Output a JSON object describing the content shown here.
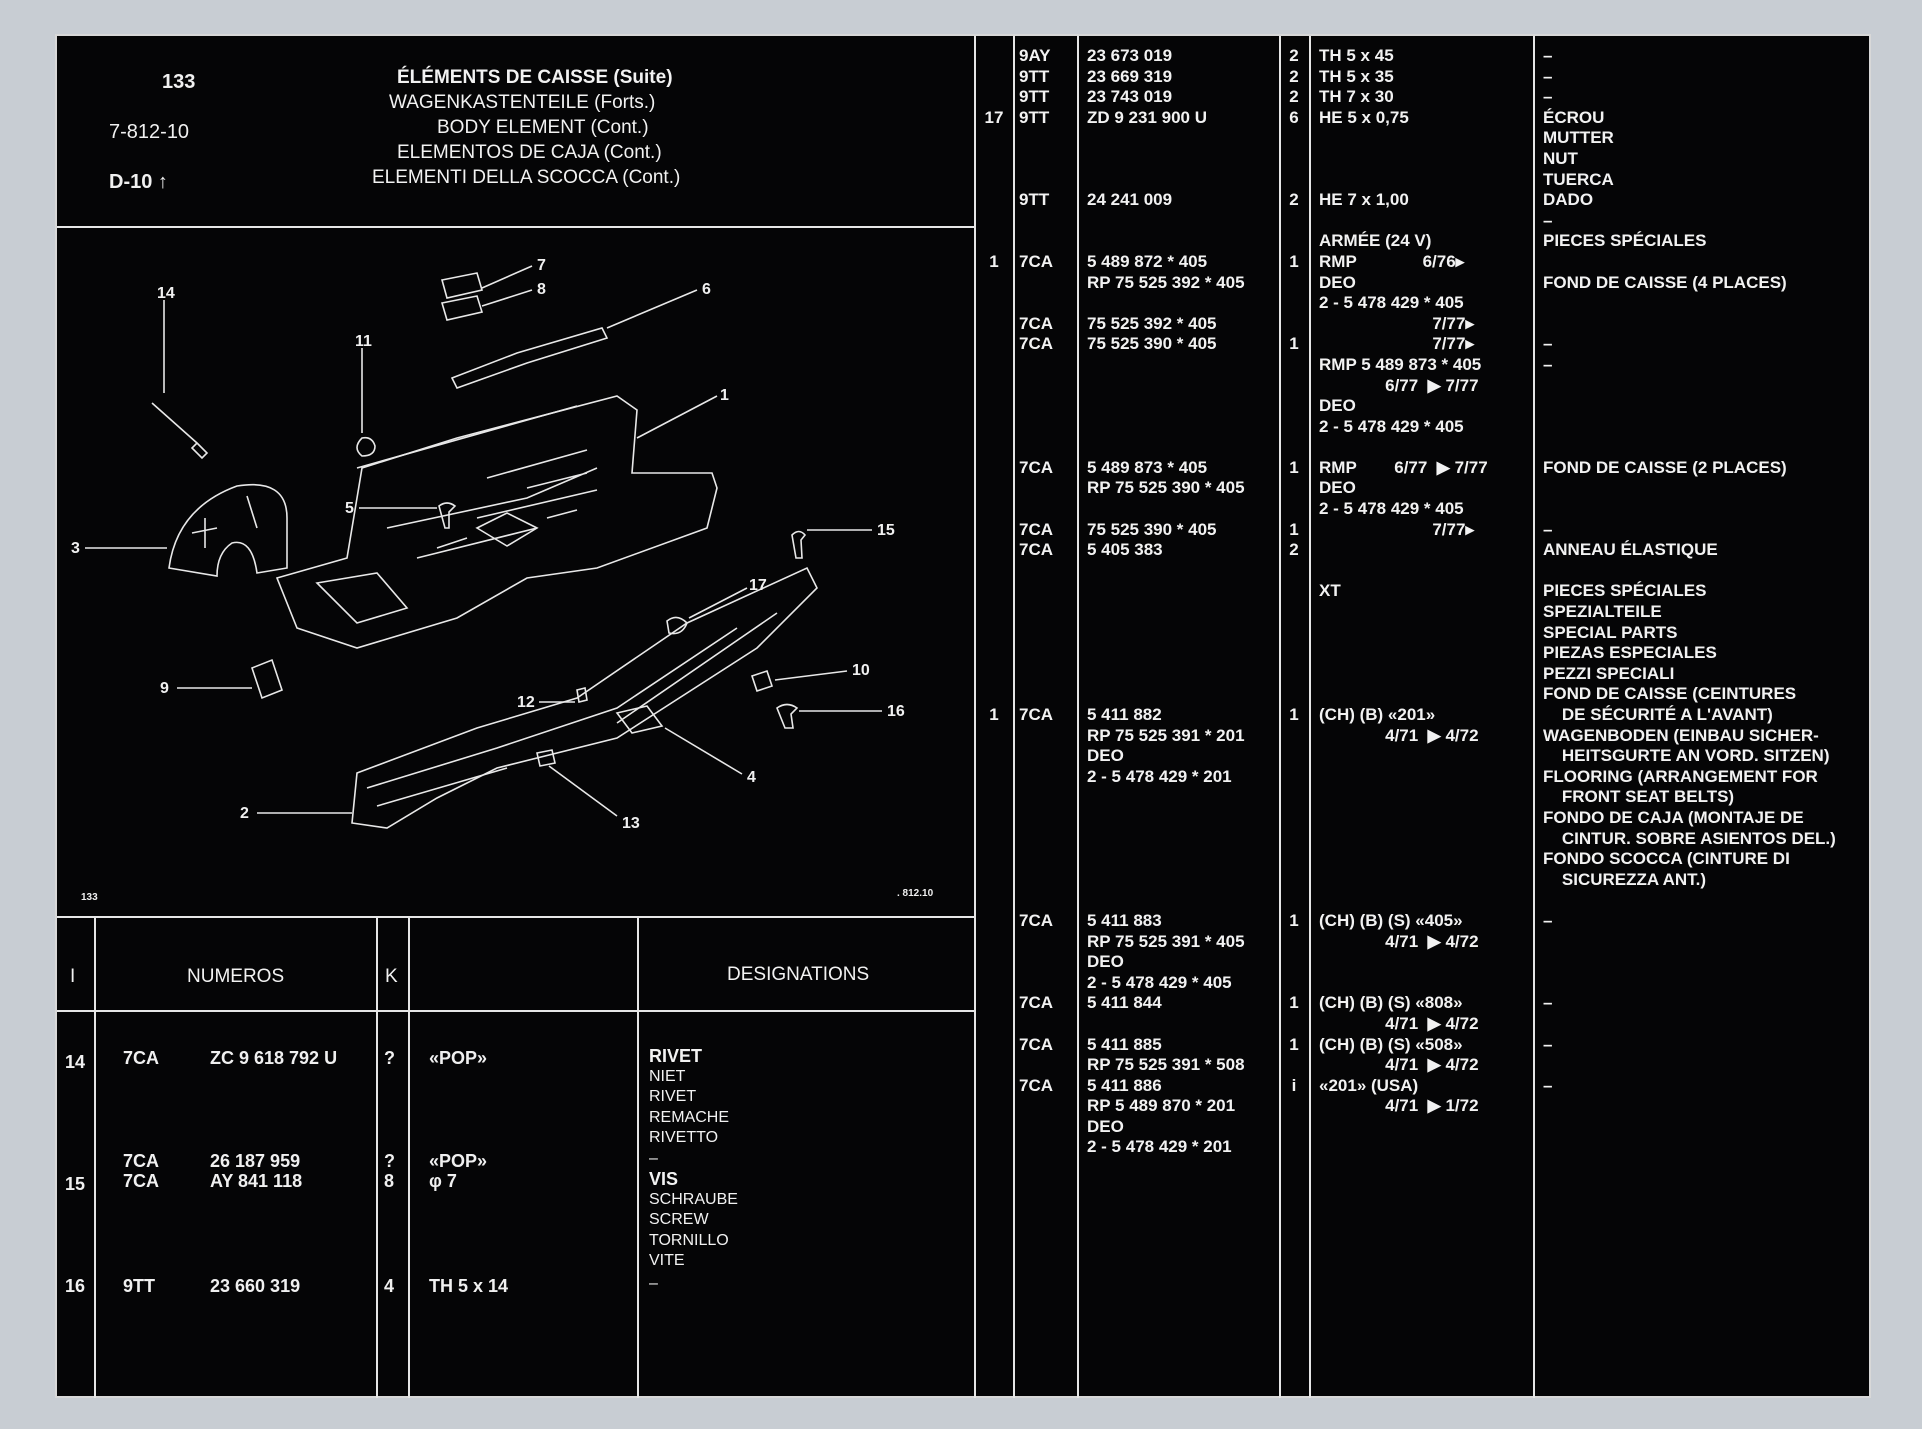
{
  "header": {
    "page_number": "133",
    "ref_code": "7-812-10",
    "index": "D-10",
    "index_arrow": "↑",
    "titles": [
      "ÉLÉMENTS DE CAISSE (Suite)",
      "WAGENKASTENTEILE (Forts.)",
      "BODY ELEMENT (Cont.)",
      "ELEMENTOS DE CAJA (Cont.)",
      "ELEMENTI DELLA SCOCCA (Cont.)"
    ]
  },
  "diagram": {
    "corner_left": "133",
    "corner_right": ". 812.10",
    "callouts": [
      "1",
      "2",
      "3",
      "4",
      "5",
      "6",
      "7",
      "8",
      "9",
      "10",
      "11",
      "12",
      "13",
      "14",
      "15",
      "16",
      "17"
    ]
  },
  "left_table": {
    "headers": {
      "col_index": "I",
      "col_numbers": "NUMEROS",
      "col_k": "K",
      "col_designations": "DESIGNATIONS"
    },
    "rows": [
      {
        "index": "14",
        "code": "7CA",
        "part": "ZC 9 618 792 U",
        "k": "?",
        "spec": "«POP»",
        "designations": [
          "RIVET",
          "NIET",
          "RIVET",
          "REMACHE",
          "RIVETTO"
        ]
      },
      {
        "index": "",
        "code": "7CA",
        "part": "26 187 959",
        "k": "?",
        "spec": "«POP»",
        "designations": [
          "–"
        ]
      },
      {
        "index": "15",
        "code": "7CA",
        "part": "AY 841 118",
        "k": "8",
        "spec": "φ 7",
        "designations": [
          "VIS",
          "SCHRAUBE",
          "SCREW",
          "TORNILLO",
          "VITE"
        ]
      },
      {
        "index": "16",
        "code": "9TT",
        "part": "23 660 319",
        "k": "4",
        "spec": "TH 5 x 14",
        "designations": [
          "–"
        ]
      }
    ]
  },
  "right_table": {
    "col_index": [
      "",
      "",
      "",
      "17",
      "",
      "",
      "",
      "",
      "",
      "",
      "1",
      "",
      "",
      "",
      "",
      "",
      "",
      "",
      "",
      "",
      "",
      "",
      "",
      "",
      "",
      "",
      "",
      "",
      "",
      "",
      "",
      "",
      "1",
      "",
      "",
      "",
      "",
      "",
      "",
      "",
      "",
      "",
      "",
      "",
      "",
      "",
      "",
      "",
      "",
      "",
      "",
      "",
      ""
    ],
    "col_code": [
      "9AY",
      "9TT",
      "9TT",
      "9TT",
      "",
      "",
      "",
      "9TT",
      "",
      "",
      "7CA",
      "",
      "",
      "7CA",
      "7CA",
      "",
      "",
      "",
      "",
      "",
      "7CA",
      "",
      "",
      "7CA",
      "7CA",
      "",
      "",
      "",
      "",
      "",
      "",
      "",
      "7CA",
      "",
      "",
      "",
      "",
      "",
      "",
      "",
      "",
      "",
      "7CA",
      "",
      "",
      "",
      "7CA",
      "",
      "7CA",
      "",
      "7CA"
    ],
    "col_part": [
      "23 673 019",
      "23 669 319",
      "23 743 019",
      "ZD 9 231 900 U",
      "",
      "",
      "",
      "24 241 009",
      "",
      "",
      "5 489 872 * 405",
      "RP 75 525 392 * 405",
      "",
      "75 525 392 * 405",
      "75 525 390 * 405",
      "",
      "",
      "",
      "",
      "",
      "5 489 873 * 405",
      "RP 75 525 390 * 405",
      "",
      "75 525 390 * 405",
      "5 405 383",
      "",
      "",
      "",
      "",
      "",
      "",
      "",
      "5 411 882",
      "RP 75 525 391 * 201",
      "DEO",
      "2 - 5 478 429 * 201",
      "",
      "",
      "",
      "",
      "",
      "",
      "5 411 883",
      "RP 75 525 391 * 405",
      "DEO",
      "2 - 5 478 429 * 405",
      "5 411 844",
      "",
      "5 411 885",
      "RP 75 525 391 * 508",
      "5 411 886",
      "RP 5 489 870 * 201",
      "DEO",
      "2 - 5 478 429 * 201"
    ],
    "col_k": [
      "2",
      "2",
      "2",
      "6",
      "",
      "",
      "",
      "2",
      "",
      "",
      "1",
      "",
      "",
      "",
      "1",
      "",
      "",
      "",
      "",
      "",
      "1",
      "",
      "",
      "1",
      "2",
      "",
      "",
      "",
      "",
      "",
      "",
      "",
      "1",
      "",
      "",
      "",
      "",
      "",
      "",
      "",
      "",
      "",
      "1",
      "",
      "",
      "",
      "1",
      "",
      "1",
      "",
      "i"
    ],
    "col_spec": [
      "TH 5 x 45",
      "TH 5 x 35",
      "TH 7 x 30",
      "HE 5 x 0,75",
      "",
      "",
      "",
      "HE 7 x 1,00",
      "",
      "ARMÉE (24 V)",
      "RMP              6/76▸",
      "DEO",
      "2 - 5 478 429 * 405",
      "                        7/77▸",
      "                        7/77▸",
      "RMP 5 489 873 * 405",
      "              6/77  ▶ 7/77",
      "DEO",
      "2 - 5 478 429 * 405",
      "",
      "RMP        6/77  ▶ 7/77",
      "DEO",
      "2 - 5 478 429 * 405",
      "                        7/77▸",
      "",
      "",
      "XT",
      "",
      "",
      "",
      "",
      "",
      "(CH) (B) «201»",
      "              4/71  ▶ 4/72",
      "",
      "",
      "",
      "",
      "",
      "",
      "",
      "",
      "(CH) (B) (S) «405»",
      "              4/71  ▶ 4/72",
      "",
      "",
      "(CH) (B) (S) «808»",
      "              4/71  ▶ 4/72",
      "(CH) (B) (S) «508»",
      "              4/71  ▶ 4/72",
      "«201» (USA)",
      "              4/71  ▶ 1/72"
    ],
    "col_designation": [
      "–",
      "–",
      "–",
      "ÉCROU",
      "MUTTER",
      "NUT",
      "TUERCA",
      "DADO",
      "–",
      "PIECES SPÉCIALES",
      "",
      "FOND DE CAISSE (4 PLACES)",
      "",
      "",
      "–",
      "–",
      "",
      "",
      "",
      "",
      "FOND DE CAISSE (2 PLACES)",
      "",
      "",
      "–",
      "ANNEAU ÉLASTIQUE",
      "",
      "PIECES SPÉCIALES",
      "SPEZIALTEILE",
      "SPECIAL PARTS",
      "PIEZAS ESPECIALES",
      "PEZZI SPECIALI",
      "FOND DE CAISSE (CEINTURES",
      "    DE SÉCURITÉ A L'AVANT)",
      "WAGENBODEN (EINBAU SICHER-",
      "    HEITSGURTE AN VORD. SITZEN)",
      "FLOORING (ARRANGEMENT FOR",
      "    FRONT SEAT BELTS)",
      "FONDO DE CAJA (MONTAJE DE",
      "    CINTUR. SOBRE ASIENTOS DEL.)",
      "FONDO SCOCCA (CINTURE DI",
      "    SICUREZZA ANT.)",
      "",
      "–",
      "",
      "",
      "",
      "–",
      "",
      "–",
      "",
      "–",
      ""
    ]
  }
}
